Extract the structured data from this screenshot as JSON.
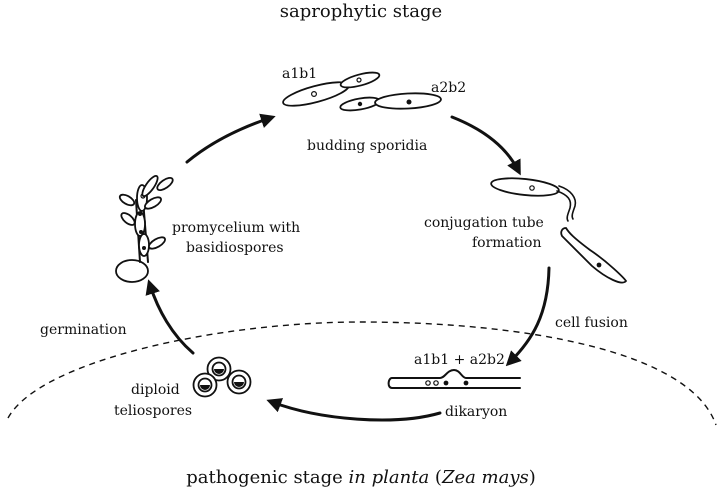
{
  "title_top": "saprophytic stage",
  "title_bottom": {
    "prefix": "pathogenic stage ",
    "italic_1": "in planta",
    "mid": " (",
    "italic_2": "Zea mays",
    "suffix": ")"
  },
  "labels": {
    "mating_type_1": "a1b1",
    "mating_type_2": "a2b2",
    "budding_sporidia": "budding sporidia",
    "conjugation_line1": "conjugation tube",
    "conjugation_line2": "formation",
    "cell_fusion": "cell fusion",
    "fused_mating_types": "a1b1 + a2b2",
    "dikaryon": "dikaryon",
    "diploid_line1": "diploid",
    "diploid_line2": "teliospores",
    "germination": "germination",
    "promycelium_line1": "promycelium with",
    "promycelium_line2": "basidiospores"
  }
}
